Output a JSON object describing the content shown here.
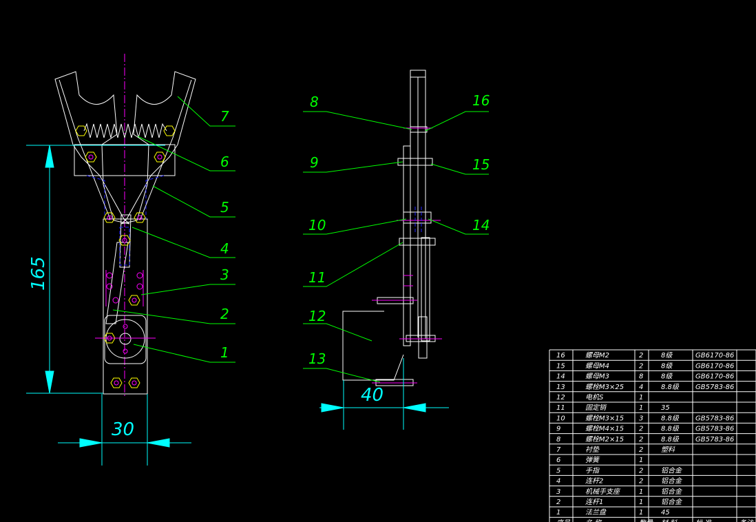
{
  "front_view": {
    "callouts": [
      "7",
      "6",
      "5",
      "4",
      "3",
      "2",
      "1"
    ],
    "dim_height": "165",
    "dim_width": "30"
  },
  "side_view": {
    "callouts_left": [
      "8",
      "9",
      "10",
      "11",
      "12",
      "13"
    ],
    "callouts_right": [
      "16",
      "15",
      "14"
    ],
    "dim_width": "40"
  },
  "parts_list": {
    "rows": [
      [
        "16",
        "螺母M2",
        "2",
        "8级",
        "GB6170-86"
      ],
      [
        "15",
        "螺母M4",
        "2",
        "8级",
        "GB6170-86"
      ],
      [
        "14",
        "螺母M3",
        "8",
        "8级",
        "GB6170-86"
      ],
      [
        "13",
        "螺栓M3×25",
        "4",
        "8.8级",
        "GB5783-86"
      ],
      [
        "12",
        "电机S",
        "1",
        "",
        ""
      ],
      [
        "11",
        "固定销",
        "1",
        "35",
        ""
      ],
      [
        "10",
        "螺栓M3×15",
        "3",
        "8.8级",
        "GB5783-86"
      ],
      [
        "9",
        "螺栓M4×15",
        "2",
        "8.8级",
        "GB5783-86"
      ],
      [
        "8",
        "螺栓M2×15",
        "2",
        "8.8级",
        "GB5783-86"
      ],
      [
        "7",
        "衬垫",
        "2",
        "塑料",
        ""
      ],
      [
        "6",
        "弹簧",
        "1",
        "",
        ""
      ],
      [
        "5",
        "手指",
        "2",
        "铝合金",
        ""
      ],
      [
        "4",
        "连杆2",
        "2",
        "铝合金",
        ""
      ],
      [
        "3",
        "机械手支座",
        "1",
        "铝合金",
        ""
      ],
      [
        "2",
        "连杆1",
        "1",
        "铝合金",
        ""
      ],
      [
        "1",
        "法兰盘",
        "1",
        "45",
        ""
      ]
    ],
    "header": [
      "序号",
      "名 称",
      "数量",
      "材 料",
      "标 准",
      "备注"
    ]
  }
}
